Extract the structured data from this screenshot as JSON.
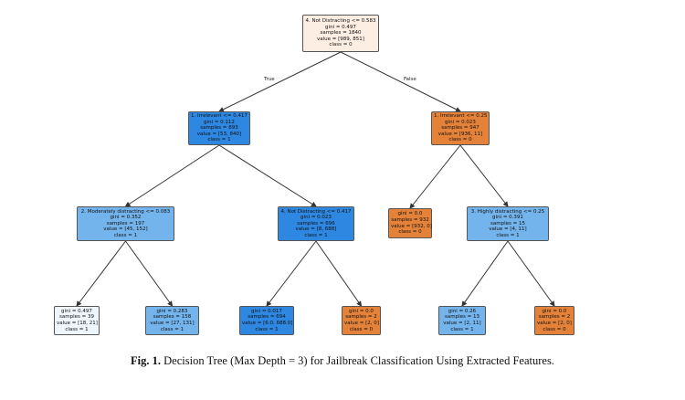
{
  "tree": {
    "edge_labels": {
      "left": "True",
      "right": "False"
    },
    "colors": {
      "class1_strong": "#2e87e0",
      "class1_light": "#73b4ec",
      "class1_pale": "#eef6fc",
      "class0_strong": "#e5823a",
      "class0_pale": "#fdeee4"
    },
    "nodes": [
      {
        "id": "root",
        "lines": [
          "4. Not Distracting <= 0.583",
          "gini = 0.497",
          "samples = 1840",
          "value = [989, 851]",
          "class = 0"
        ]
      },
      {
        "id": "l",
        "lines": [
          "1. Irrelevant <= 0.417",
          "gini = 0.112",
          "samples = 893",
          "value = [53, 840]",
          "class = 1"
        ]
      },
      {
        "id": "r",
        "lines": [
          "1. Irrelevant <= 0.25",
          "gini = 0.023",
          "samples = 947",
          "value = [936, 11]",
          "class = 0"
        ]
      },
      {
        "id": "ll",
        "lines": [
          "2. Moderately distracting <= 0.083",
          "gini = 0.352",
          "samples = 197",
          "value = [45, 152]",
          "class = 1"
        ]
      },
      {
        "id": "lr",
        "lines": [
          "4. Not Distracting <= 0.417",
          "gini = 0.023",
          "samples = 696",
          "value = [8, 688]",
          "class = 1"
        ]
      },
      {
        "id": "rl",
        "lines": [
          "gini = 0.0",
          "samples = 932",
          "value = [932, 0]",
          "class = 0"
        ]
      },
      {
        "id": "rr",
        "lines": [
          "3. Highly distracting <= 0.25",
          "gini = 0.391",
          "samples = 15",
          "value = [4, 11]",
          "class = 1"
        ]
      },
      {
        "id": "lll",
        "lines": [
          "gini = 0.497",
          "samples = 39",
          "value = [18, 21]",
          "class = 1"
        ]
      },
      {
        "id": "llr",
        "lines": [
          "gini = 0.283",
          "samples = 158",
          "value = [27, 131]",
          "class = 1"
        ]
      },
      {
        "id": "lrl",
        "lines": [
          "gini = 0.017",
          "samples = 694",
          "value = [6.0, 688.0]",
          "class = 1"
        ]
      },
      {
        "id": "lrr",
        "lines": [
          "gini = 0.0",
          "samples = 2",
          "value = [2, 0]",
          "class = 0"
        ]
      },
      {
        "id": "rrl",
        "lines": [
          "gini = 0.26",
          "samples = 13",
          "value = [2, 11]",
          "class = 1"
        ]
      },
      {
        "id": "rrr",
        "lines": [
          "gini = 0.0",
          "samples = 2",
          "value = [2, 0]",
          "class = 0"
        ]
      }
    ]
  },
  "caption": {
    "label": "Fig. 1.",
    "text": "Decision Tree (Max Depth = 3) for Jailbreak Classification Using Extracted Features."
  }
}
